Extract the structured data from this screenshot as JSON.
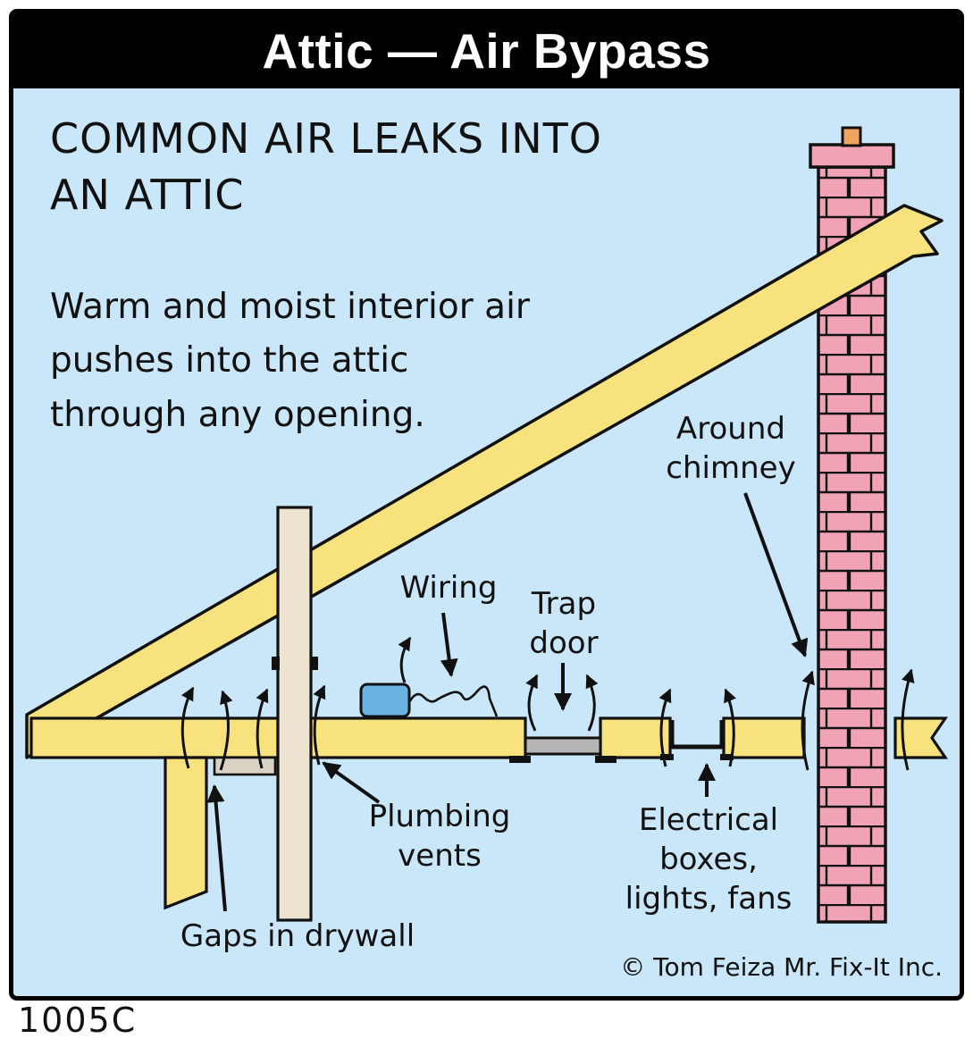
{
  "title_bar": {
    "title": "Attic — Air Bypass"
  },
  "intro": {
    "heading": "COMMON AIR LEAKS INTO\nAN ATTIC",
    "body": "Warm and moist interior air\npushes into the attic\nthrough any opening."
  },
  "diagram_labels": {
    "wiring": "Wiring",
    "trap_door": "Trap\ndoor",
    "around_chimney": "Around\nchimney",
    "plumbing_vents": "Plumbing\nvents",
    "gaps_in_drywall": "Gaps in drywall",
    "electrical": "Electrical\nboxes,\nlights, fans"
  },
  "footer": {
    "copyright": "© Tom Feiza Mr. Fix-It Inc.",
    "figure_code": "1005C"
  },
  "colors": {
    "page_bg": "#ffffff",
    "diagram_bg": "#c9e7f8",
    "title_bar_bg": "#000000",
    "title_text": "#ffffff",
    "wood": "#f8e27d",
    "pipe": "#ece3d1",
    "chimney_brick": "#f2a2b5",
    "flue_tile": "#f2a45f",
    "junction_box": "#6ab2e2",
    "trap_door": "#b5b5b5",
    "drywall": "#d9d1c3",
    "line": "#111111"
  }
}
